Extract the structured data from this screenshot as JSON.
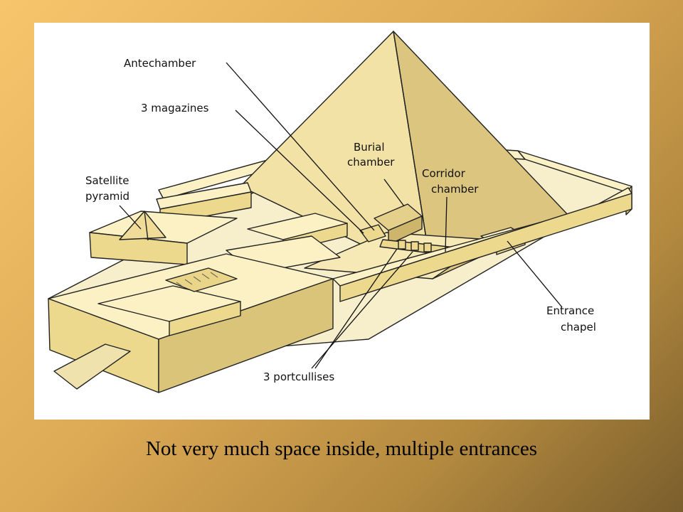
{
  "diagram": {
    "labels": {
      "antechamber": "Antechamber",
      "magazines": "3 magazines",
      "burial_1": "Burial",
      "burial_2": "chamber",
      "corridor_1": "Corridor",
      "corridor_2": "chamber",
      "satellite_1": "Satellite",
      "satellite_2": "pyramid",
      "entrance_1": "Entrance",
      "entrance_2": "chapel",
      "portcullises": "3 portcullises"
    },
    "colors": {
      "wall_top": "#fbf1c5",
      "wall_front": "#ecd98e",
      "wall_side": "#d9c47a",
      "pyramid_light": "#f3e2a6",
      "pyramid_dark": "#dcc57f",
      "floor": "#f7eecb",
      "outline": "#222222"
    }
  },
  "caption": "Not very much space inside, multiple entrances"
}
